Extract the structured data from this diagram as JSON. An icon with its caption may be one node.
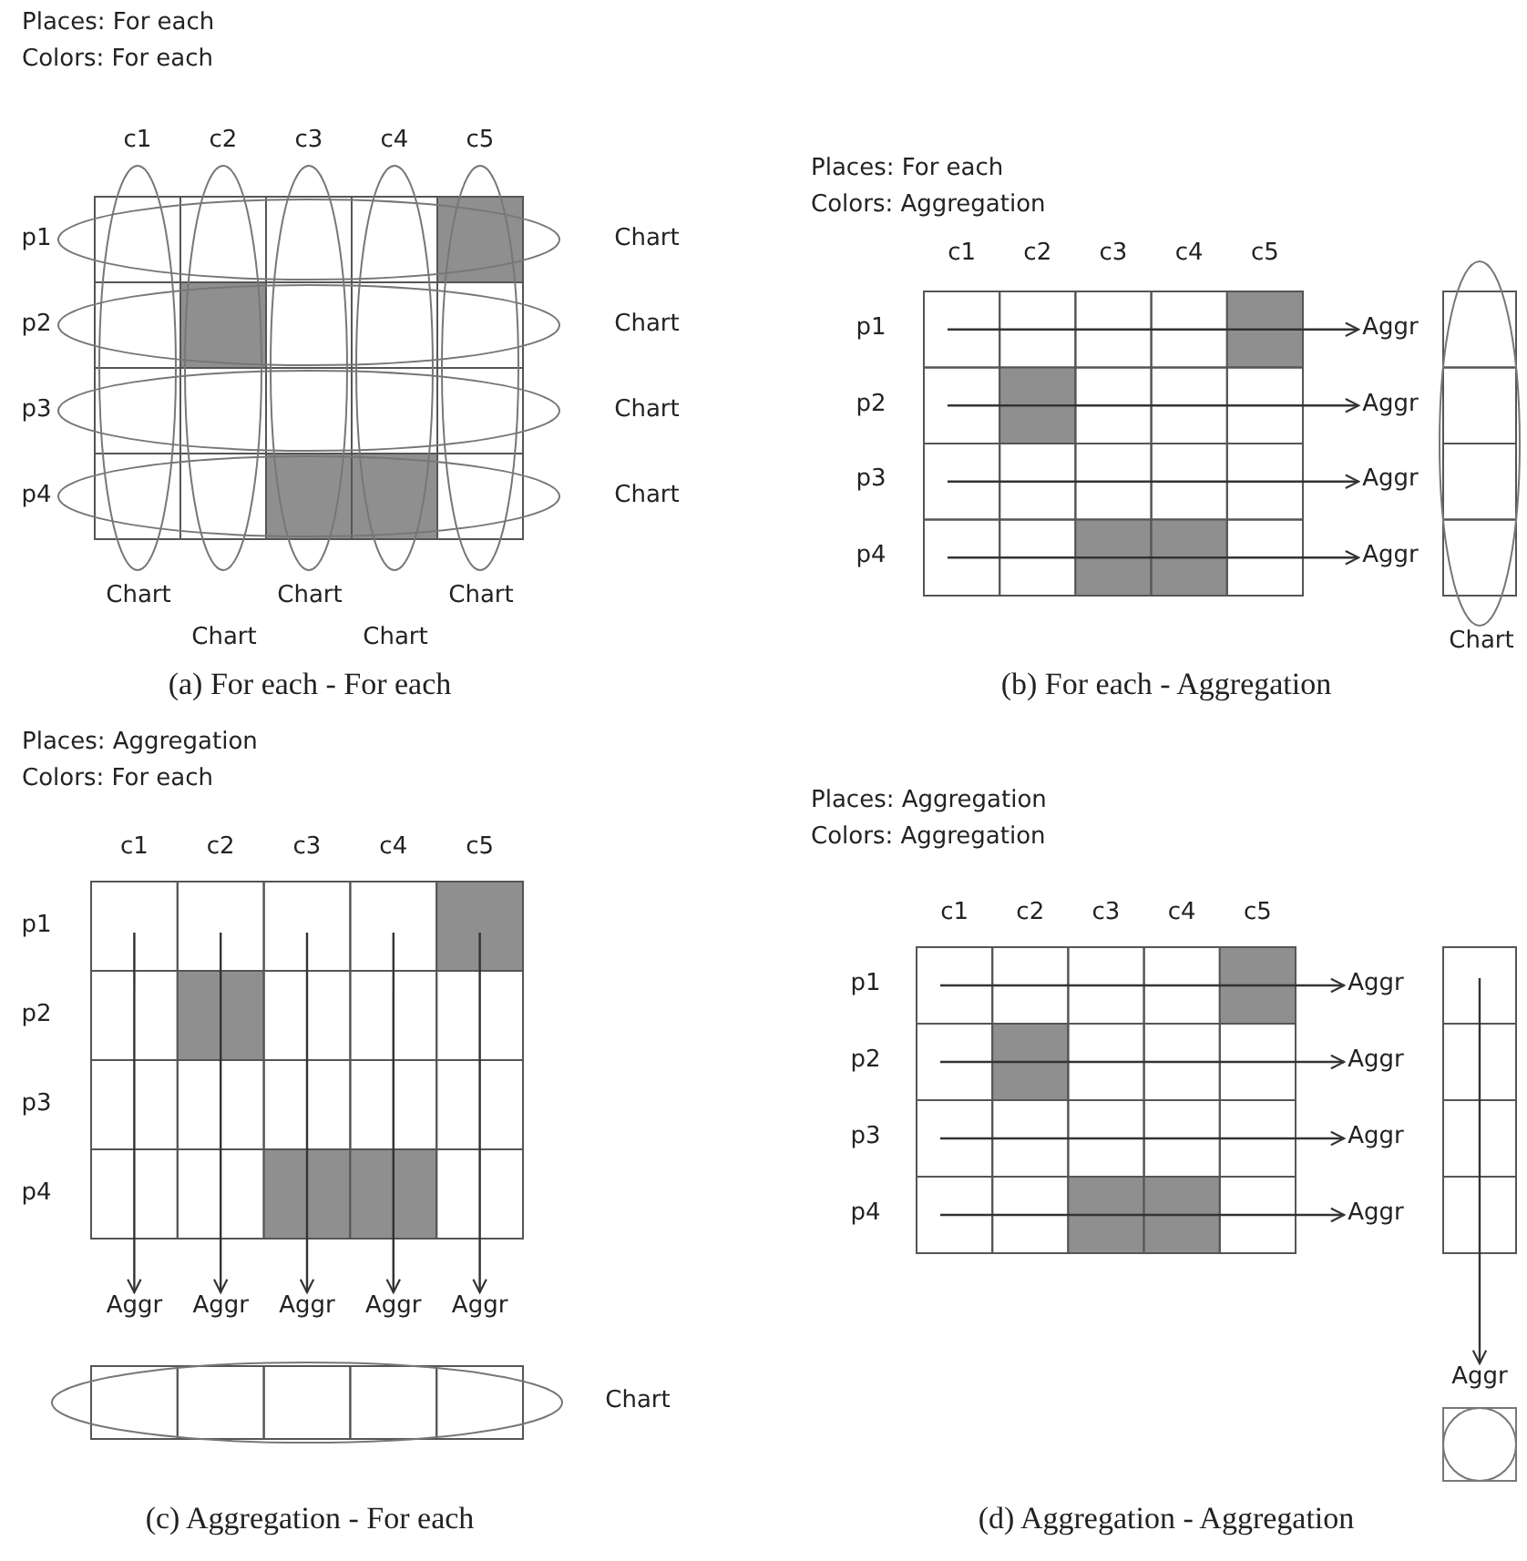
{
  "diagram": {
    "nodes": [
      {
        "text": [
          "Aggr"
        ]
      },
      {
        "text": [
          "Aggr"
        ]
      },
      {
        "text": [
          "Aggr"
        ]
      },
      {
        "text": [
          "Aggr"
        ]
      },
      {
        "text": [
          "Aggr"
        ]
      },
      {
        "text": [
          "Aggr"
        ]
      },
      {
        "text": [
          "Aggr"
        ]
      },
      {
        "text": [
          "Aggr"
        ]
      },
      {
        "text": [
          "Aggr"
        ]
      },
      {
        "text": [
          "Aggr"
        ]
      },
      {
        "text": [
          "Aggr"
        ]
      },
      {
        "text": [
          "Aggr"
        ]
      },
      {
        "text": [
          "Aggr"
        ]
      },
      {
        "text": [
          "Aggr"
        ]
      }
    ],
    "edges": [
      {
        "from": null,
        "to": 0,
        "arrow": "to"
      },
      {
        "from": null,
        "to": 1,
        "arrow": "to"
      },
      {
        "from": null,
        "to": 2,
        "arrow": "to"
      },
      {
        "from": null,
        "to": 3,
        "arrow": "to"
      },
      {
        "from": null,
        "to": 4,
        "arrow": "to"
      },
      {
        "from": null,
        "to": 5,
        "arrow": "to"
      },
      {
        "from": null,
        "to": 6,
        "arrow": "to"
      },
      {
        "from": null,
        "to": 7,
        "arrow": "to"
      },
      {
        "from": null,
        "to": 8,
        "arrow": "to"
      },
      {
        "from": null,
        "to": 9,
        "arrow": "to"
      },
      {
        "from": null,
        "to": 10,
        "arrow": "to"
      },
      {
        "from": null,
        "to": 11,
        "arrow": "to"
      },
      {
        "from": null,
        "to": 12,
        "arrow": "to"
      },
      {
        "from": null,
        "to": 13,
        "arrow": "to"
      }
    ],
    "labels": [
      "Places: For each",
      "Colors: For each",
      "c1",
      "c2",
      "c3",
      "c4",
      "c5",
      "p1",
      "p2",
      "p3",
      "p4",
      "Chart",
      "Chart",
      "Chart",
      "Chart",
      "Chart",
      "Chart",
      "Chart",
      "Chart",
      "Chart",
      "(a) For each - For each",
      "Places: For each",
      "Colors: Aggregation",
      "c1",
      "c2",
      "c3",
      "c4",
      "c5",
      "p1",
      "p2",
      "p3",
      "p4",
      "Chart",
      "(b) For each - Aggregation",
      "Places: Aggregation",
      "Colors: For each",
      "c1",
      "c2",
      "c3",
      "c4",
      "c5",
      "p1",
      "p2",
      "p3",
      "p4",
      "Chart",
      "(c) Aggregation - For each",
      "Places: Aggregation",
      "Colors: Aggregation",
      "c1",
      "c2",
      "c3",
      "c4",
      "c5",
      "p1",
      "p2",
      "p3",
      "p4",
      "(d) Aggregation - Aggregation"
    ]
  }
}
